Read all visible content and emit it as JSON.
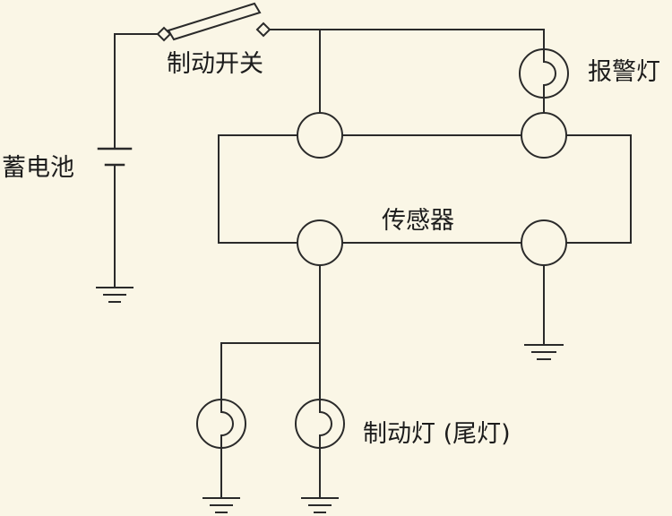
{
  "labels": {
    "switch": "制动开关",
    "battery": "蓄电池",
    "warning_lamp": "报警灯",
    "sensor": "传感器",
    "brake_lamp": "制动灯 (尾灯)"
  },
  "colors": {
    "background": "#faf6e6",
    "line": "#2a2a2a",
    "text": "#1c1c1c"
  },
  "icons": {
    "switch": "switch-icon",
    "battery": "battery-icon",
    "ground": "ground-icon",
    "lamp": "lamp-icon",
    "sensor_terminal": "circle-terminal-icon"
  }
}
